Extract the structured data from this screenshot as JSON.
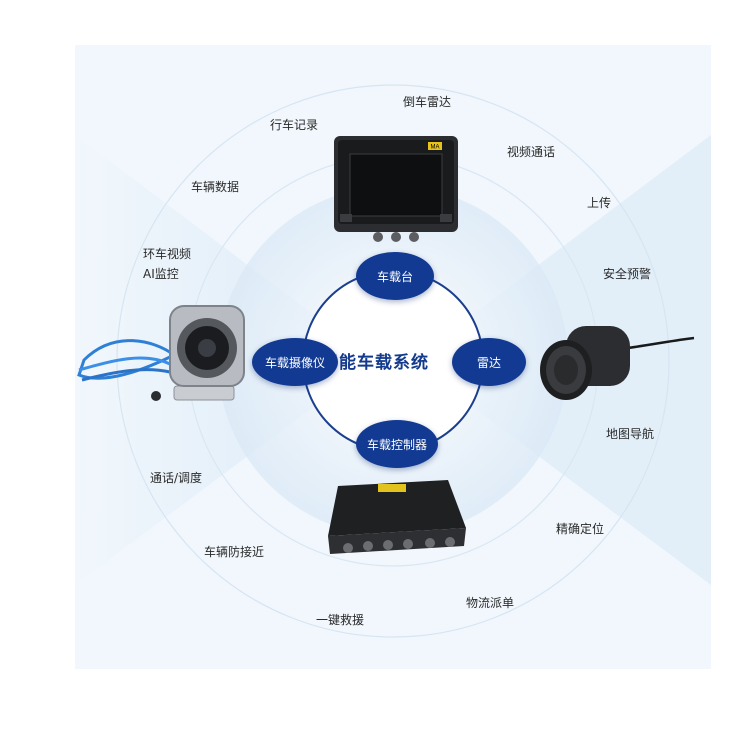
{
  "center": {
    "title": "智能车载系统"
  },
  "nodes": {
    "top": "车载台",
    "left": "车载摄像仪",
    "right": "雷达",
    "bottom": "车载控制器"
  },
  "features": [
    "倒车雷达",
    "行车记录",
    "视频通话",
    "车辆数据",
    "上传",
    "环车视频",
    "AI监控",
    "安全预警",
    "地图导航",
    "通话/调度",
    "精确定位",
    "车辆防接近",
    "物流派单",
    "一键救援"
  ],
  "colors": {
    "node_fill": "#123a93",
    "title_text": "#133a8c",
    "panel_bg": "#f1f7fc"
  },
  "device_labels": {
    "badge": "MA"
  }
}
